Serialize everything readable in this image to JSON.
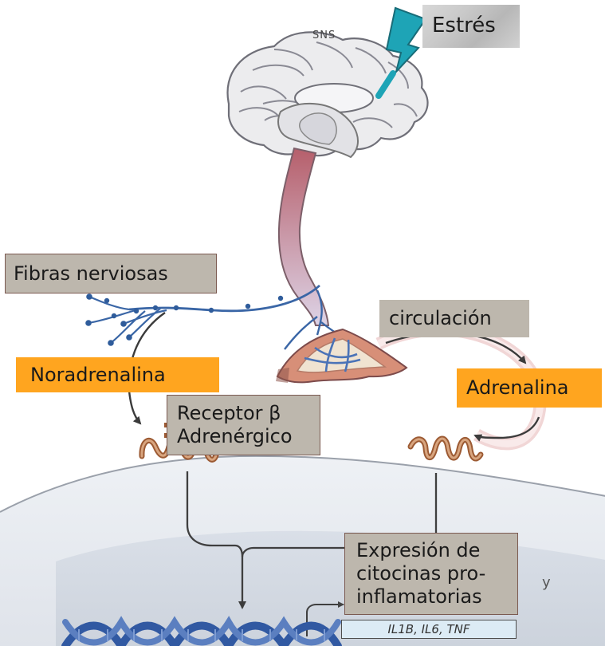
{
  "labels": {
    "estres": "Estrés",
    "sns": "SNS",
    "fibras": "Fibras nerviosas",
    "circulacion": "circulación",
    "noradrenalina": "Noradrenalina",
    "adrenalina": "Adrenalina",
    "receptor": "Receptor β\nAdrenérgico",
    "expresion": "Expresión de\ncitocinas pro-\ninflamatorias",
    "genes": "IL1B, IL6, TNF",
    "partial_y": "y"
  },
  "colors": {
    "gray_box": "#bdb7ad",
    "orange_box": "#ffa51f",
    "box_border": "#7b5a51",
    "nerve_blue": "#2f5c9b",
    "stress_teal": "#20a6b8",
    "receptor_brown": "#9c5a33",
    "dna_blue": "#3058a3",
    "genes_fill": "#dcebf5"
  },
  "icons": [
    "brain-icon",
    "lightning-bolt-icon",
    "spinal-cord-icon",
    "adrenal-gland-icon",
    "beta-receptor-icon",
    "dna-helix-icon"
  ]
}
